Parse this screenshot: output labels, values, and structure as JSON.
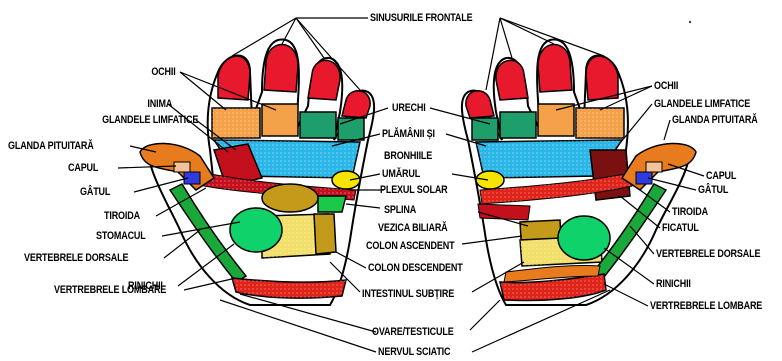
{
  "labels": {
    "sinusurile_frontale": "SINUSURILE FRONTALE",
    "ochii_left": "OCHII",
    "inima": "INIMA",
    "glandele_limfatice_left": "GLANDELE LIMFATICE",
    "glanda_pituitara_left": "GLANDA PITUITARĂ",
    "capul_left": "CAPUL",
    "gatul_left": "GÂTUL",
    "tiroida_left": "TIROIDA",
    "stomacul": "STOMACUL",
    "vertebrele_dorsale_left": "VERTEBRELE DORSALE",
    "rinichii_left": "RINICHII",
    "vertebrele_lombare_left": "VERTREBRELE LOMBARE",
    "urechi": "URECHI",
    "plamanii_si": "PLĂMÂNII ȘI",
    "bronhiile": "BRONHIILE",
    "umarul": "UMĂRUL",
    "plexul_solar": "PLEXUL SOLAR",
    "splina": "SPLINA",
    "vezica_biliara": "VEZICA BILIARĂ",
    "colon_ascendent": "COLON ASCENDENT",
    "colon_descendent": "COLON DESCENDENT",
    "intestinul_subtire": "INTESTINUL SUBȚIRE",
    "ovare_testicule": "OVARE/TESTICULE",
    "nervul_sciatic": "NERVUL SCIATIC",
    "ochii_right": "OCHII",
    "glandele_limfatice_right": "GLANDELE LIMFATICE",
    "glanda_pituitara_right": "GLANDA PITUITARĂ",
    "capul_right": "CAPUL",
    "gatul_right": "GÂTUL",
    "tiroida_right": "TIROIDA",
    "ficatul": "FICATUL",
    "vertebrele_dorsale_right": "VERTEBRELE DORSALE",
    "rinichii_right": "RINICHII",
    "vertebrele_lombare_right": "VERTREBRELE LOMBARE"
  },
  "colors": {
    "fingertip_red": "#e8192c",
    "eye_orange": "#f4a14a",
    "lung_blue": "#2bb6e8",
    "teal": "#1e9e6a",
    "heart_darkred": "#c40f1c",
    "liver_maroon": "#7a1010",
    "yellow": "#f7e400",
    "spleen_green": "#19c94a",
    "intestine_yellow": "#f2e06a",
    "colon_brown": "#c49a1a",
    "kidney_green": "#10d26a",
    "spine_green": "#1aa83a",
    "lumbar_red": "#e0241a",
    "lumbar_orange": "#e77b1e",
    "pituitary": "#f3c39a",
    "neck_blue": "#2f3be0"
  }
}
